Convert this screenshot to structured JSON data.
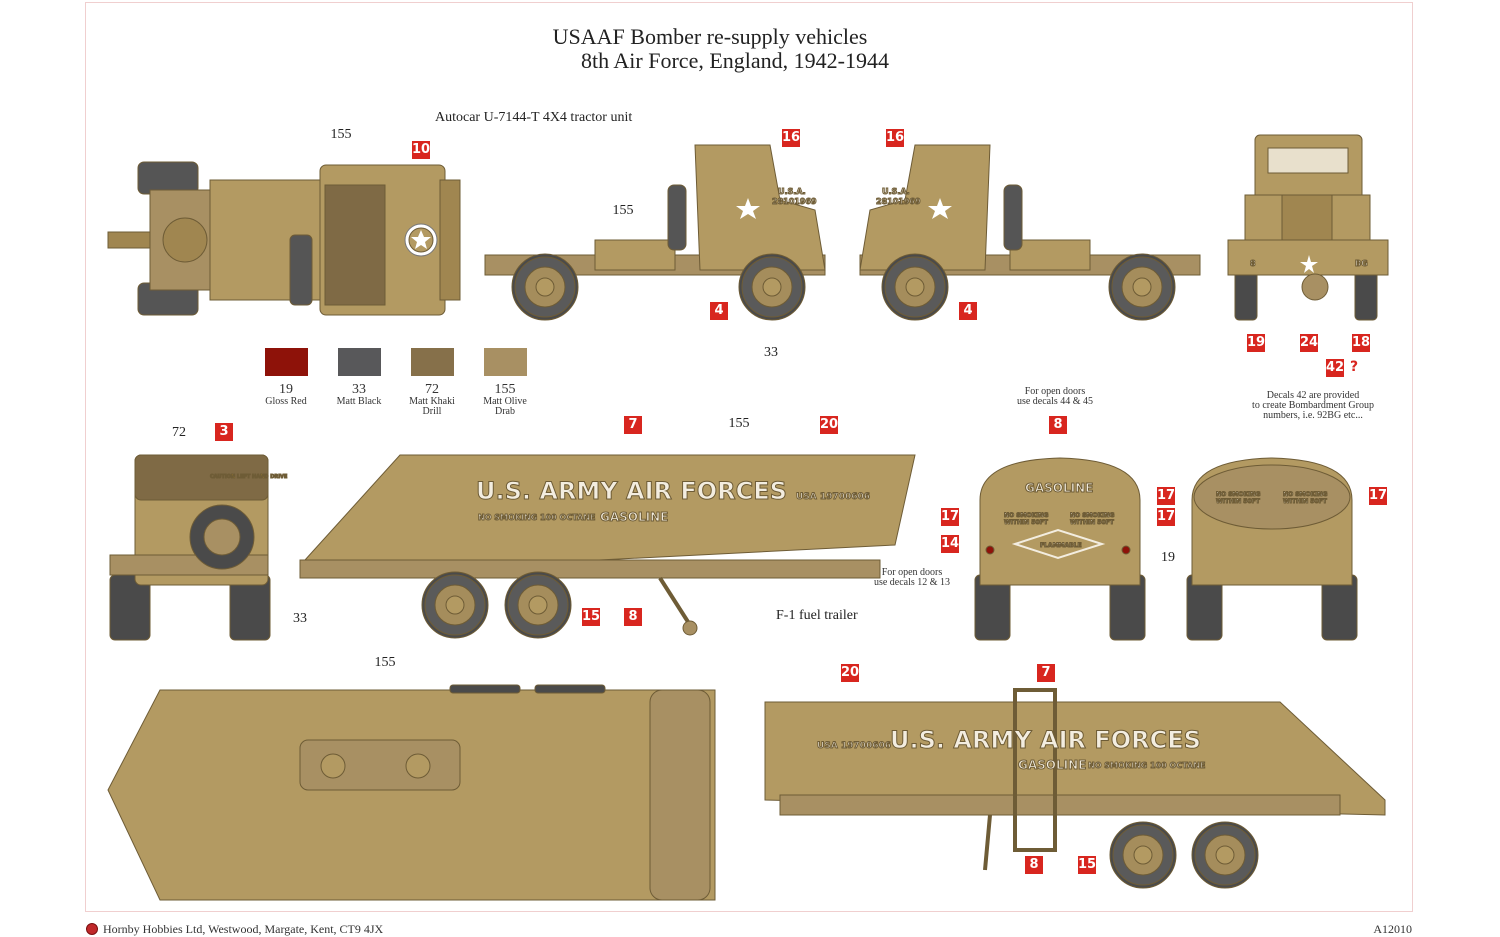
{
  "title": {
    "line1": "USAAF Bomber re-supply vehicles",
    "line2": "8th Air Force, England, 1942-1944"
  },
  "tractor_label": "Autocar U-7144-T 4X4 tractor unit",
  "trailer_label": "F-1 fuel trailer",
  "notes": {
    "open_doors_tractor": [
      "For open doors",
      "use decals 44 & 45"
    ],
    "open_doors_trailer": [
      "For open doors",
      "use decals 12 & 13"
    ],
    "decal_42": [
      "Decals 42 are provided",
      "to create Bombardment Group",
      "numbers, i.e. 92BG etc..."
    ]
  },
  "paints": [
    {
      "number": "19",
      "name": "Gloss Red",
      "color": "#8e1209"
    },
    {
      "number": "33",
      "name": "Matt Black",
      "color": "#58585a"
    },
    {
      "number": "72",
      "name": "Matt Khaki Drill",
      "name_l1": "Matt Khaki",
      "name_l2": "Drill",
      "color": "#86704a"
    },
    {
      "number": "155",
      "name": "Matt Olive Drab",
      "name_l1": "Matt Olive",
      "name_l2": "Drab",
      "color": "#a89063"
    }
  ],
  "paint_refs": {
    "p155": "155",
    "p33": "33",
    "p72": "72",
    "p19": "19"
  },
  "callouts": [
    "10",
    "16",
    "16",
    "4",
    "4",
    "19",
    "24",
    "18",
    "42",
    "3",
    "7",
    "20",
    "15",
    "8",
    "8",
    "17",
    "17",
    "17",
    "17",
    "14",
    "20",
    "7",
    "8",
    "15"
  ],
  "callout_query": "?",
  "decals": {
    "usaaf": "U.S. ARMY AIR FORCES",
    "serial_trailer": "USA 19700606",
    "no_smoking_octane": "NO SMOKING 100 OCTANE",
    "gasoline": "GASOLINE",
    "no_smoking_l1": "NO SMOKING",
    "no_smoking_l2": "WITHIN 50FT",
    "flammable": "FLAMMABLE",
    "usa": "U.S.A.",
    "serial_tractor": "28101969",
    "caution": "CAUTION LEFT HAND DRIVE",
    "bumper_left": "8",
    "bumper_right": "BG"
  },
  "footer": {
    "company": "Hornby Hobbies Ltd, Westwood, Margate, Kent, CT9 4JX",
    "code": "A12010"
  },
  "colors": {
    "accent_callout": "#d8261f",
    "vehicle": "#b39a62"
  }
}
